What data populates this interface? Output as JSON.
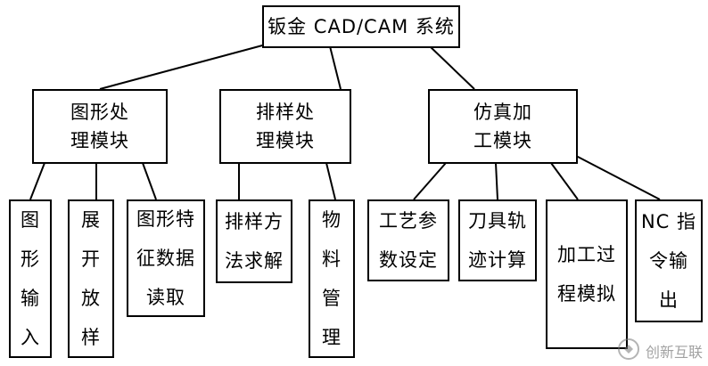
{
  "root": {
    "label": "钣金 CAD/CAM 系统"
  },
  "modules": [
    {
      "label": "图形处\n理模块"
    },
    {
      "label": "排样处\n理模块"
    },
    {
      "label": "仿真加\n工模块"
    }
  ],
  "leaves": [
    {
      "label": "图\n形\n输\n入"
    },
    {
      "label": "展\n开\n放\n样"
    },
    {
      "label": "图形特\n征数据\n读取"
    },
    {
      "label": "排样方\n法求解"
    },
    {
      "label": "物\n料\n管\n理"
    },
    {
      "label": "工艺参\n数设定"
    },
    {
      "label": "刀具轨\n迹计算"
    },
    {
      "label": "加工过\n程模拟"
    },
    {
      "label": "NC 指\n令输\n出"
    }
  ],
  "watermark": {
    "text": "创新互联",
    "icon": "logo-icon"
  }
}
